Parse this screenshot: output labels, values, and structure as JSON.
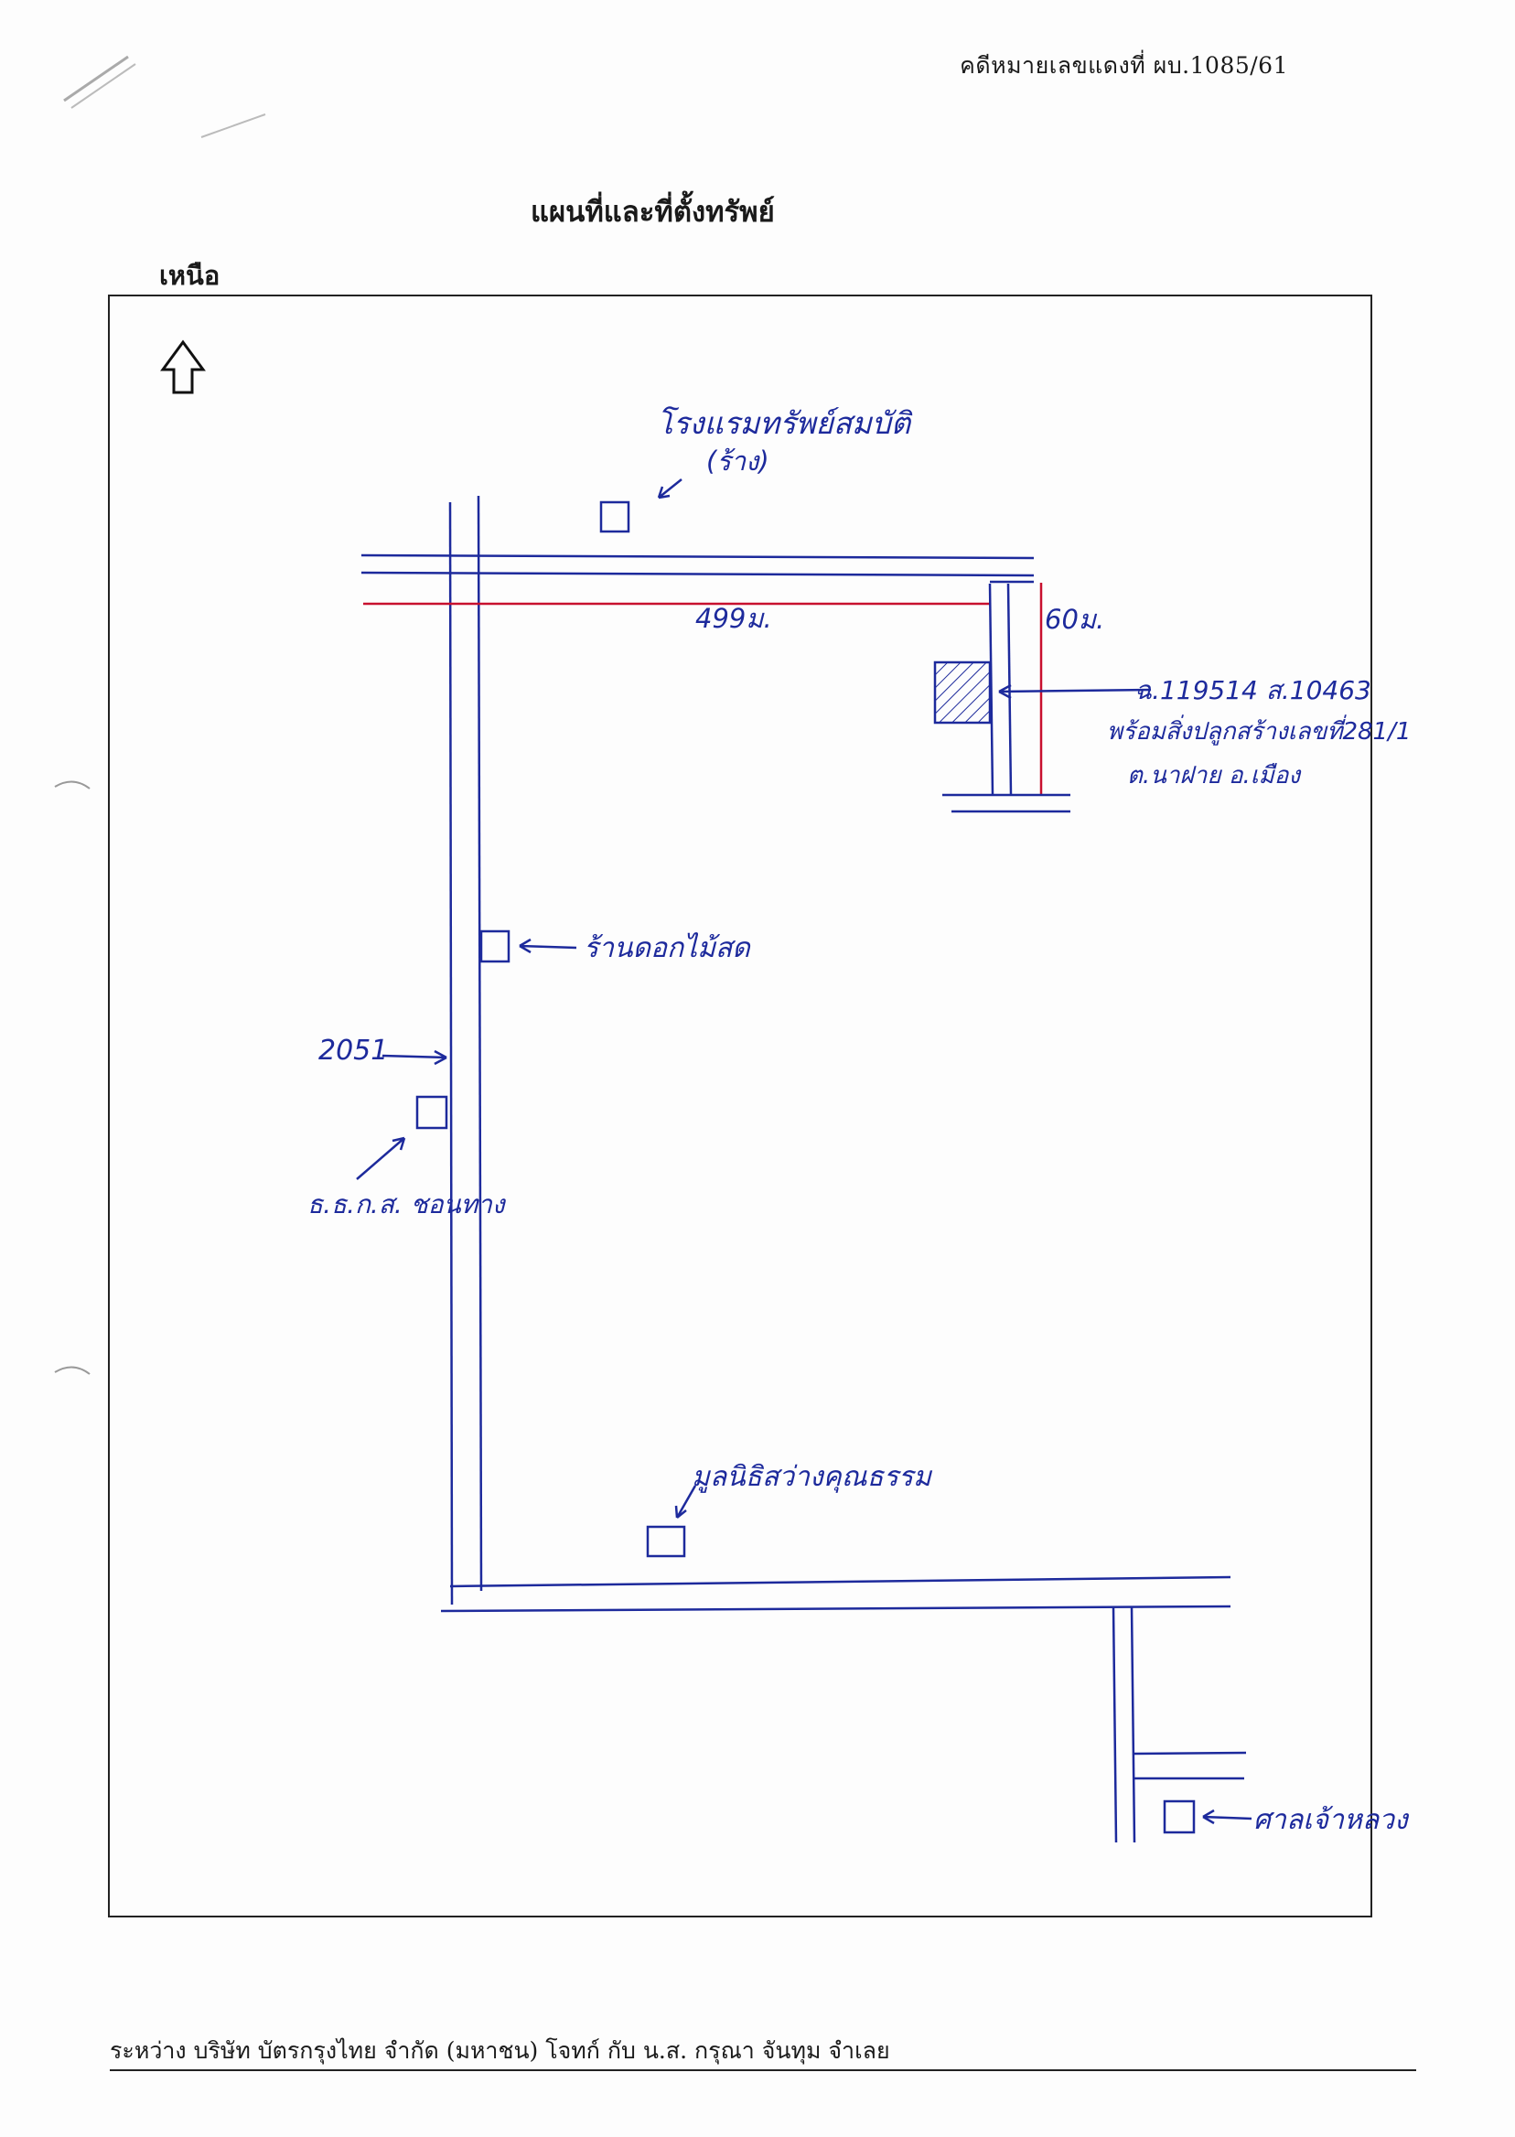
{
  "document": {
    "case_number": "คดีหมายเลขแดงที่ ผบ.1085/61",
    "title": "แผนที่และที่ตั้งทรัพย์",
    "north_label": "เหนือ",
    "footer_parties": "ระหว่าง บริษัท บัตรกรุงไทย จำกัด (มหาชน) โจทก์ กับ  น.ส. กรุณา จันทุม   จำเลย"
  },
  "map": {
    "annotations": {
      "hotel": "โรงแรมทรัพย์สมบัติ",
      "hotel_sub": "(ร้าง)",
      "width_measure": "499ม.",
      "depth_measure": "60ม.",
      "parcel_line1": "ฉ.119514 ส.10463",
      "parcel_line2": "พร้อมสิ่งปลูกสร้างเลขที่281/1",
      "parcel_line3": "ต.นาฝาย อ.เมือง",
      "garden_shop": "ร้านดอกไม้สด",
      "road_number": "2051",
      "bank": "ธ.ธ.ก.ส. ชอนทาง",
      "foundation": "มูลนิธิสว่างคุณธรรม",
      "shrine": "ศาลเจ้าหลวง"
    },
    "colors": {
      "ink": "#1d2a9c",
      "frame": "#222222",
      "boundary": "#c8102e"
    }
  }
}
